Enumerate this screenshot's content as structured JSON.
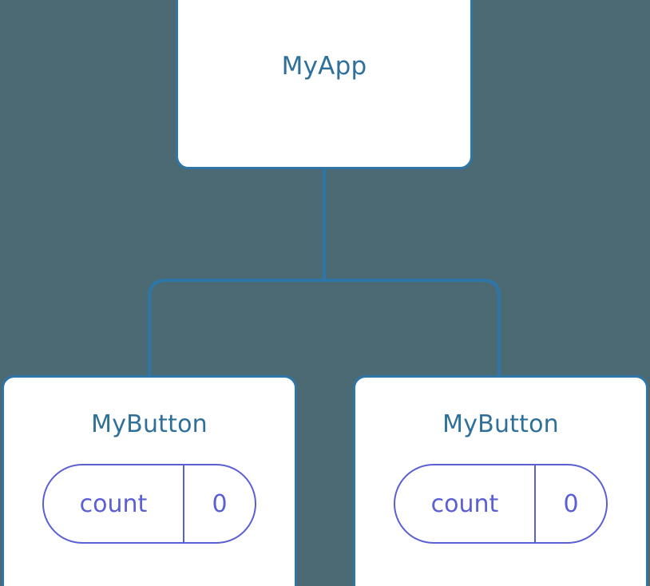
{
  "diagram": {
    "type": "component-tree",
    "background_color": "#4c6a73",
    "edge_color": "#2e75a8",
    "node_border_color": "#2e75a8",
    "node_fill_color": "#ffffff",
    "node_label_color": "#2e7099",
    "state_pill_color": "#5b5fd4"
  },
  "root": {
    "label": "MyApp"
  },
  "children": [
    {
      "label": "MyButton",
      "state": {
        "key": "count",
        "value": "0"
      }
    },
    {
      "label": "MyButton",
      "state": {
        "key": "count",
        "value": "0"
      }
    }
  ]
}
